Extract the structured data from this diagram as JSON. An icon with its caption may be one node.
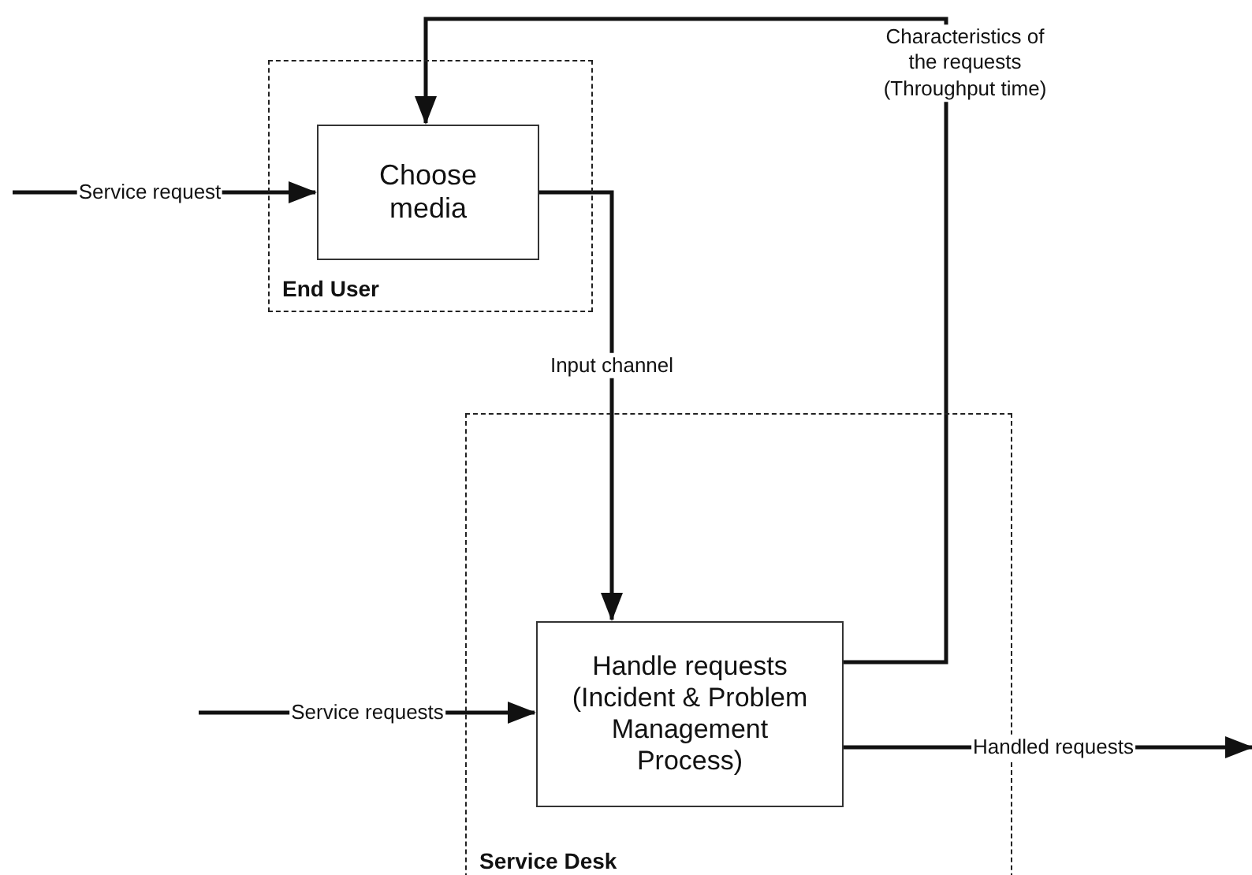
{
  "diagram": {
    "nodes": [
      {
        "text": [
          "End User"
        ]
      },
      {
        "text": [
          "Choose media"
        ],
        "in": 0
      },
      {
        "text": [
          "Service Desk"
        ]
      },
      {
        "text": [
          "Handle requests (Incident & Problem Management Process)"
        ],
        "in": 2
      }
    ],
    "edges": [
      {
        "from": null,
        "to": 1,
        "arrow": "to",
        "label": "Service request"
      },
      {
        "from": 1,
        "to": 3,
        "arrow": "to",
        "label": "Input channel"
      },
      {
        "from": 3,
        "to": 1,
        "arrow": "to",
        "label": "Characteristics of the requests (Throughput time)"
      },
      {
        "from": null,
        "to": 3,
        "arrow": "to",
        "label": "Service requests"
      },
      {
        "from": 3,
        "to": null,
        "arrow": "to",
        "label": "Handled requests"
      }
    ]
  }
}
